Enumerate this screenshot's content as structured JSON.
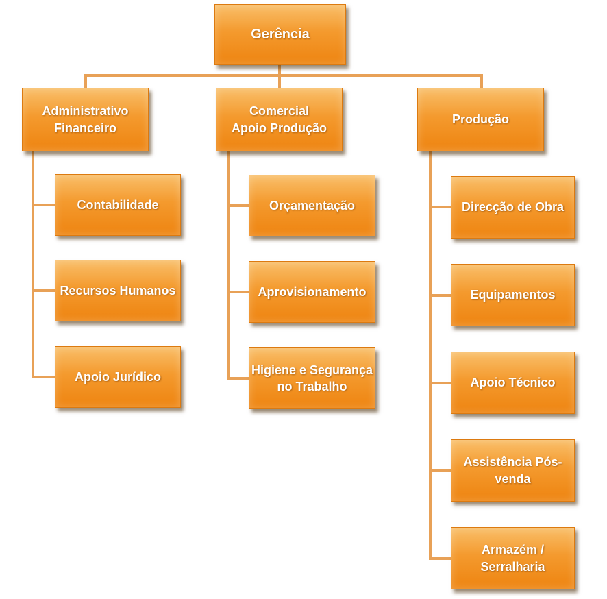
{
  "colors": {
    "box_fill": "#f49a2e",
    "connector": "#e8a157",
    "text": "#ffffff"
  },
  "org_chart": {
    "root": "Gerência",
    "departments": [
      {
        "title": "Administrativo\nFinanceiro",
        "units": [
          "Contabilidade",
          "Recursos Humanos",
          "Apoio Jurídico"
        ]
      },
      {
        "title": "Comercial\nApoio Produção",
        "units": [
          "Orçamentação",
          "Aprovisionamento",
          "Higiene e Segurança\nno Trabalho"
        ]
      },
      {
        "title": "Produção",
        "units": [
          "Direcção de Obra",
          "Equipamentos",
          "Apoio Técnico",
          "Assistência Pós-\nvenda",
          "Armazém /\nSerralharia"
        ]
      }
    ]
  }
}
